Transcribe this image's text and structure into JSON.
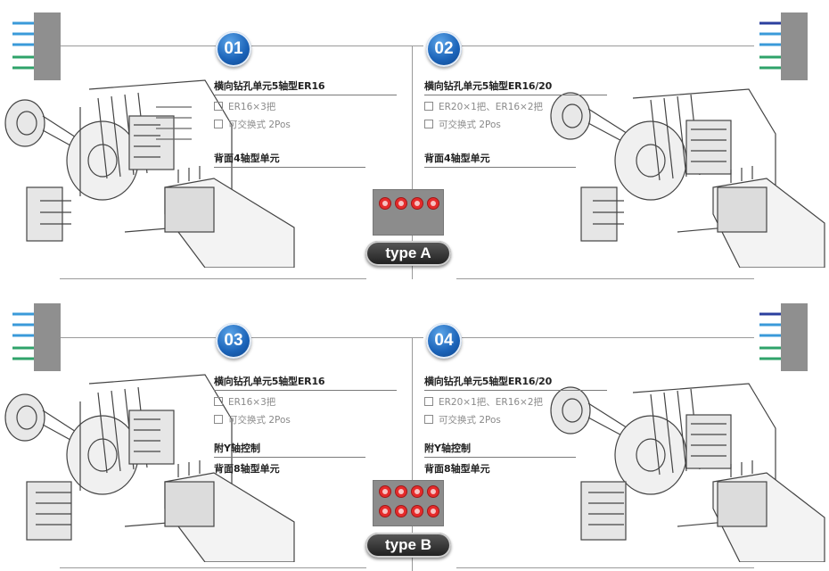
{
  "panels": [
    {
      "number": "01",
      "title": "横向钻孔单元5轴型ER16",
      "items": [
        "ER16×3把",
        "可交换式 2Pos"
      ],
      "extras": [
        "背面4轴型单元"
      ]
    },
    {
      "number": "02",
      "title": "横向钻孔单元5轴型ER16/20",
      "items": [
        "ER20×1把、ER16×2把",
        "可交换式 2Pos"
      ],
      "extras": [
        "背面4轴型单元"
      ]
    },
    {
      "number": "03",
      "title": "横向钻孔单元5轴型ER16",
      "items": [
        "ER16×3把",
        "可交换式 2Pos"
      ],
      "extras": [
        "附Y轴控制",
        "背面8轴型单元"
      ]
    },
    {
      "number": "04",
      "title": "横向钻孔单元5轴型ER16/20",
      "items": [
        "ER20×1把、ER16×2把",
        "可交换式 2Pos"
      ],
      "extras": [
        "附Y轴控制",
        "背面8轴型单元"
      ]
    }
  ],
  "types": [
    {
      "label": "type A",
      "holes_rows": 1,
      "holes_cols": 4
    },
    {
      "label": "type B",
      "holes_rows": 2,
      "holes_cols": 4
    }
  ],
  "colors": {
    "badge": "#1b63b8",
    "hole": "#e52b2b",
    "tool_blue": "#3a9ad9",
    "tool_green": "#2fa36a",
    "tool_navy": "#2b3f9e"
  }
}
